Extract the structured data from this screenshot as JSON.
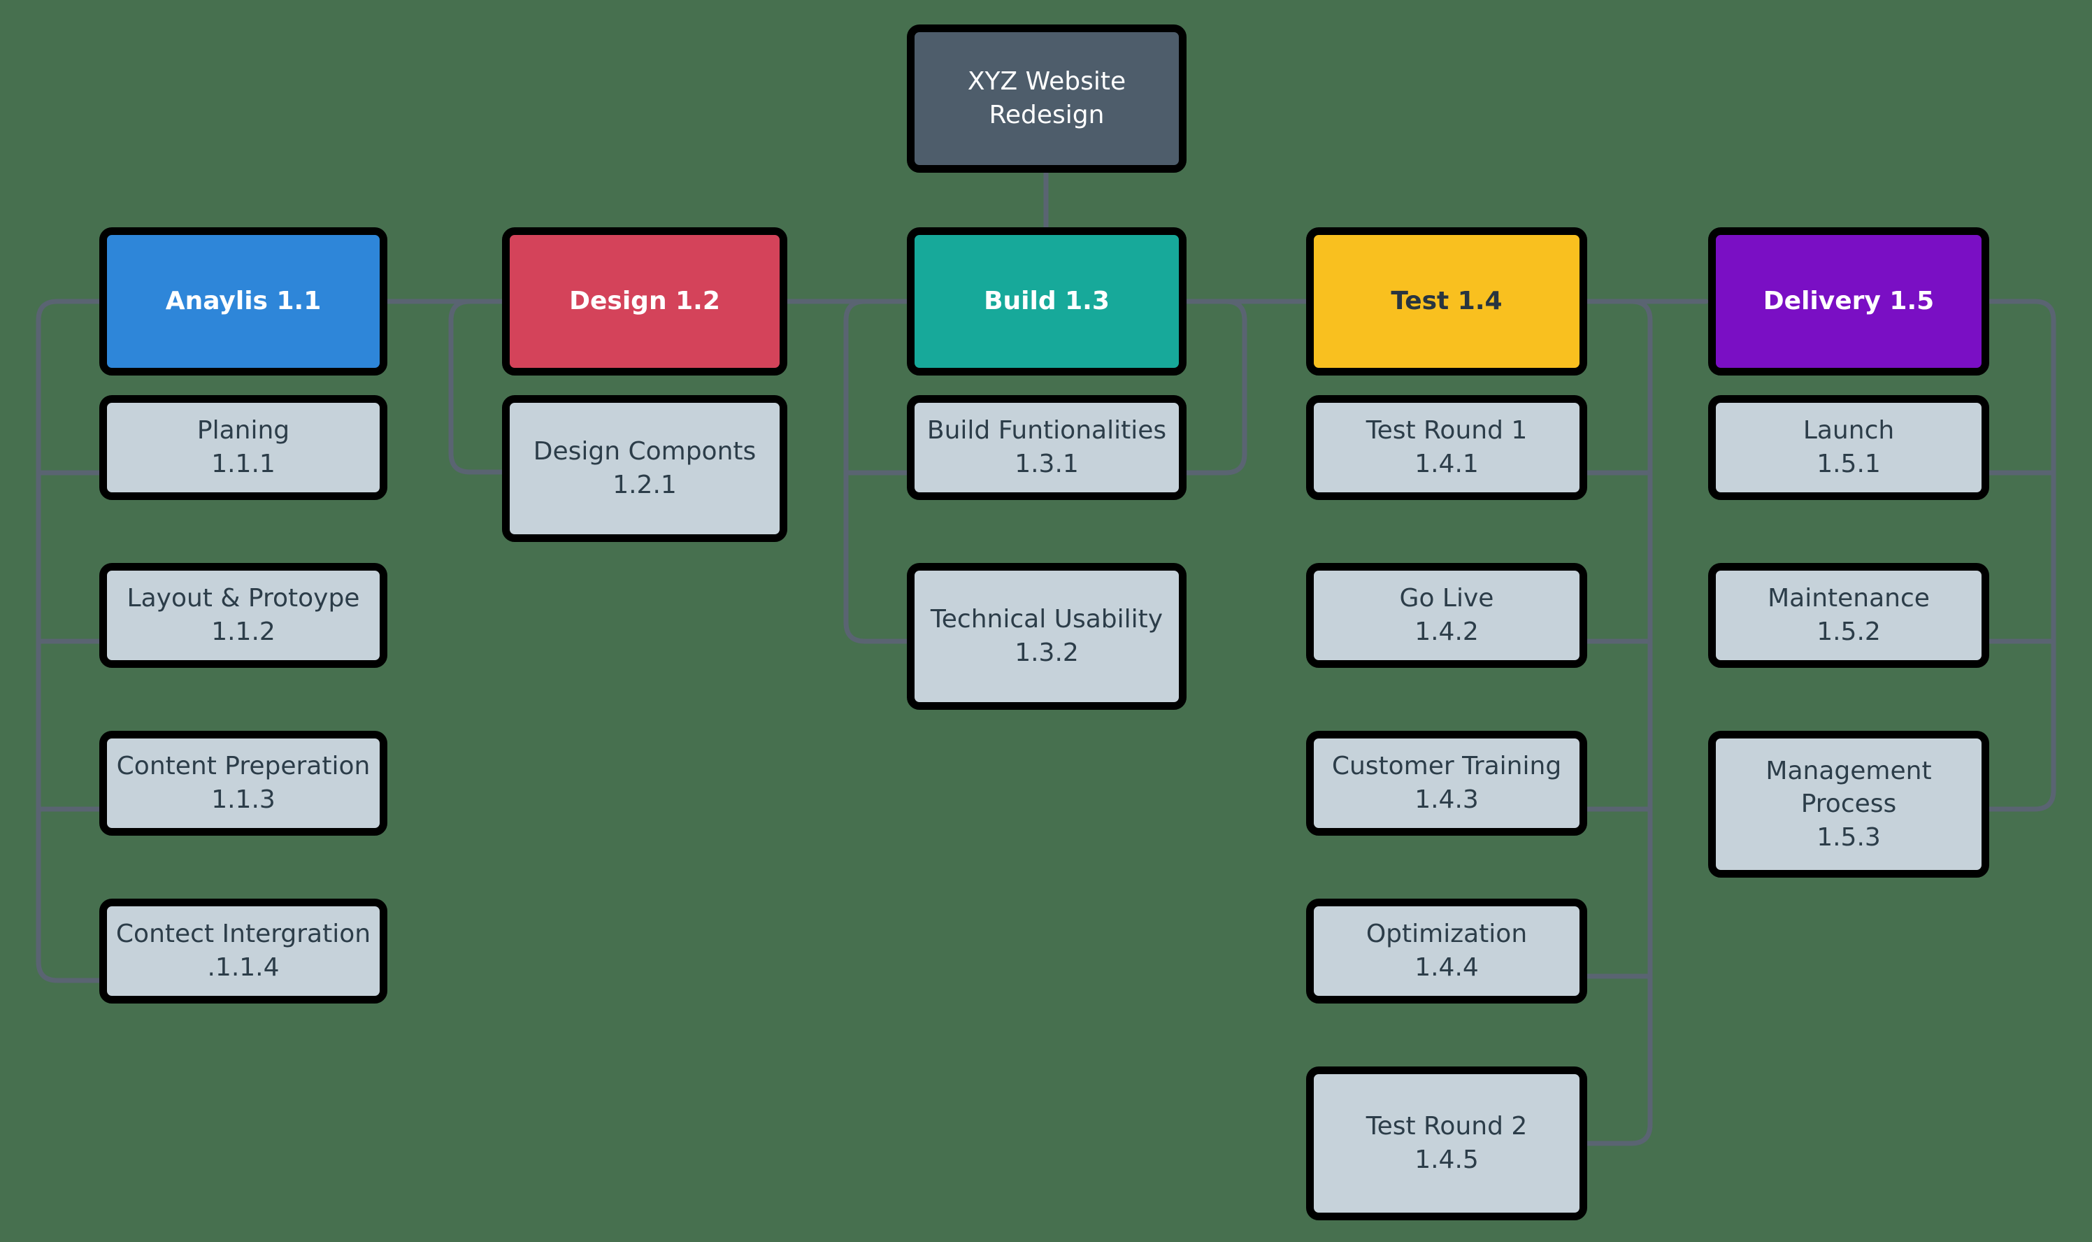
{
  "diagram": {
    "type": "work-breakdown-structure",
    "background_color": "#47704f",
    "connector_color": "#5a6472",
    "node_border_color": "#000000",
    "task_fill_color": "#c6d2da",
    "task_text_color": "#2c3d49"
  },
  "root": {
    "title_line1": "XYZ Website",
    "title_line2": "Redesign",
    "color": "#4e5d6b",
    "text_color": "#ffffff"
  },
  "columns": [
    {
      "header": {
        "label": "Anaylis 1.1",
        "color": "#2e86d9",
        "text_color": "#ffffff"
      },
      "tasks": [
        {
          "name": "Planing",
          "code": "1.1.1"
        },
        {
          "name": "Layout & Protoype",
          "code": "1.1.2"
        },
        {
          "name": "Content Preperation",
          "code": "1.1.3"
        },
        {
          "name": "Contect Intergration",
          "code": ".1.1.4"
        }
      ]
    },
    {
      "header": {
        "label": "Design 1.2",
        "color": "#d4435a",
        "text_color": "#ffffff"
      },
      "tasks": [
        {
          "name": "Design Componts",
          "code": "1.2.1"
        }
      ]
    },
    {
      "header": {
        "label": "Build 1.3",
        "color": "#17a99a",
        "text_color": "#ffffff"
      },
      "tasks": [
        {
          "name": "Build Funtionalities",
          "code": "1.3.1"
        },
        {
          "name": "Technical Usability",
          "code": "1.3.2"
        }
      ]
    },
    {
      "header": {
        "label": "Test 1.4",
        "color": "#f9c01f",
        "text_color": "#283540"
      },
      "tasks": [
        {
          "name": "Test Round 1",
          "code": "1.4.1"
        },
        {
          "name": "Go Live",
          "code": "1.4.2"
        },
        {
          "name": "Customer Training",
          "code": "1.4.3"
        },
        {
          "name": "Optimization",
          "code": "1.4.4"
        },
        {
          "name": "Test Round 2",
          "code": "1.4.5"
        }
      ]
    },
    {
      "header": {
        "label": "Delivery 1.5",
        "color": "#7a0fc4",
        "text_color": "#ffffff"
      },
      "tasks": [
        {
          "name": "Launch",
          "code": "1.5.1"
        },
        {
          "name": "Maintenance",
          "code": "1.5.2"
        },
        {
          "name": "Management Process",
          "code": "1.5.3"
        }
      ]
    }
  ]
}
